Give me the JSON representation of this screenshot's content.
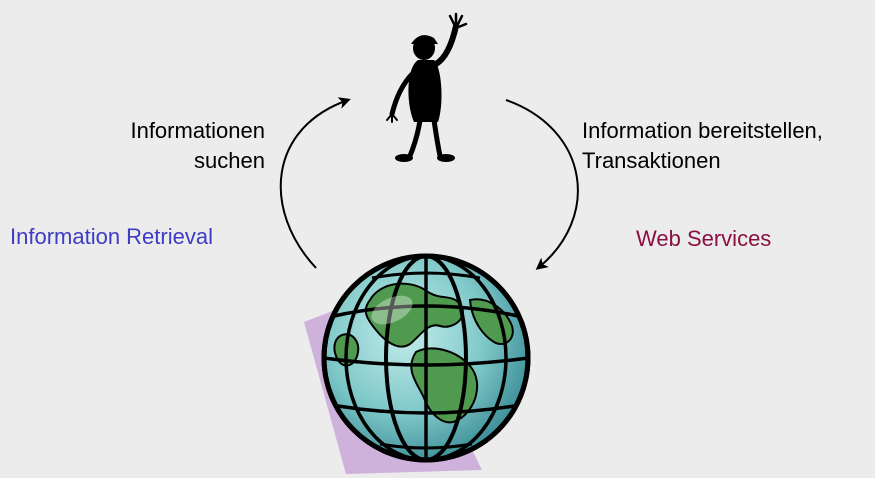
{
  "labels": {
    "search_line1": "Informationen",
    "search_line2": "suchen",
    "provide_line1": "Information bereitstellen,",
    "provide_line2": "Transaktionen",
    "information_retrieval": "Information Retrieval",
    "web_services": "Web Services"
  },
  "colors": {
    "background": "#ececec",
    "information_retrieval": "#3c3cc4",
    "web_services": "#8a1040",
    "globe_ocean": "#7fc8c8",
    "globe_land": "#4f9a4f",
    "globe_shadow": "#c9a8d8"
  },
  "icons": {
    "person": "person-clipart-icon",
    "globe": "globe-clipart-icon"
  }
}
